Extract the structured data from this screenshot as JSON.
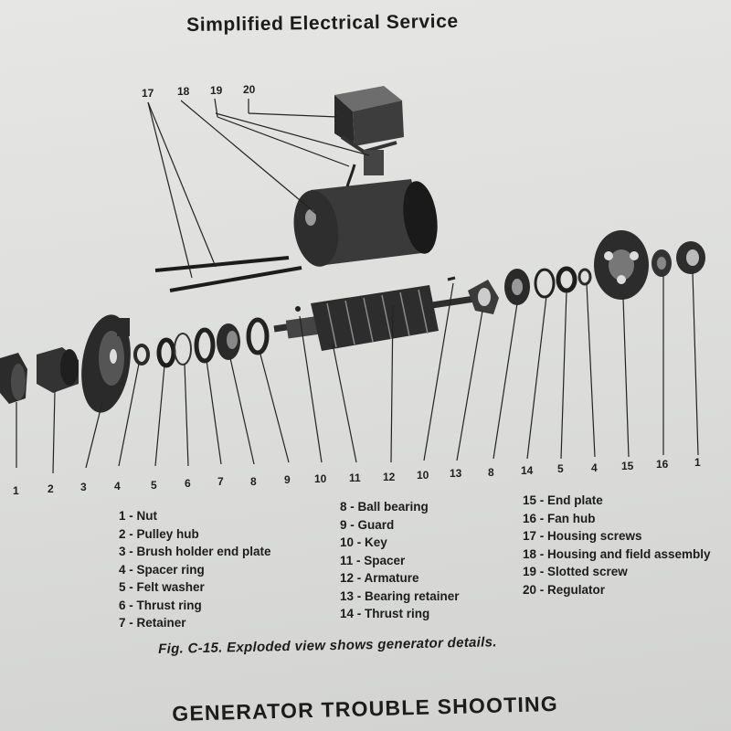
{
  "header": {
    "title": "Simplified Electrical Service"
  },
  "figure": {
    "top_numbers": [
      "17",
      "18",
      "19",
      "20"
    ],
    "bottom_numbers": [
      "1",
      "2",
      "3",
      "4",
      "5",
      "6",
      "7",
      "8",
      "9",
      "10",
      "11",
      "12",
      "10",
      "13",
      "8",
      "14",
      "5",
      "4",
      "15",
      "16",
      "1"
    ]
  },
  "legend": {
    "col1": [
      "1 - Nut",
      "2 - Pulley hub",
      "3 - Brush holder end plate",
      "4 - Spacer ring",
      "5 - Felt washer",
      "6 - Thrust ring",
      "7 - Retainer"
    ],
    "col2": [
      "8 - Ball bearing",
      "9 - Guard",
      "10 - Key",
      "11 - Spacer",
      "12 - Armature",
      "13 - Bearing retainer",
      "14 - Thrust ring"
    ],
    "col3": [
      "15 - End plate",
      "16 - Fan hub",
      "17 - Housing screws",
      "18 - Housing and field assembly",
      "19 - Slotted screw",
      "20 - Regulator"
    ]
  },
  "caption": "Fig. C-15. Exploded view shows generator details.",
  "section_heading": "GENERATOR TROUBLE SHOOTING"
}
